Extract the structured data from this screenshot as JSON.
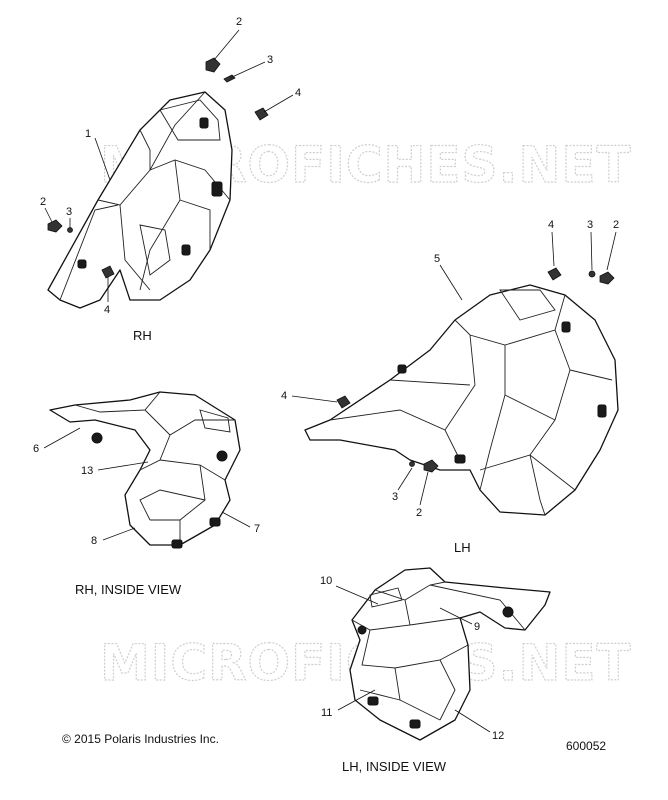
{
  "watermark": "MICROFICHES.NET",
  "views": {
    "rh": "RH",
    "lh": "LH",
    "rh_inside": "RH, INSIDE VIEW",
    "lh_inside": "LH, INSIDE VIEW"
  },
  "footer": {
    "copyright": "© 2015 Polaris Industries Inc.",
    "diagram_number": "600052"
  },
  "callouts": {
    "c1": "1",
    "c2a": "2",
    "c3a": "3",
    "c4a": "4",
    "c2b": "2",
    "c3b": "3",
    "c4b": "4",
    "c4c": "4",
    "c3c": "3",
    "c2c": "2",
    "c5": "5",
    "c4d": "4",
    "c3d": "3",
    "c2d": "2",
    "c6": "6",
    "c13": "13",
    "c7": "7",
    "c8": "8",
    "c10": "10",
    "c9": "9",
    "c11": "11",
    "c12": "12"
  }
}
